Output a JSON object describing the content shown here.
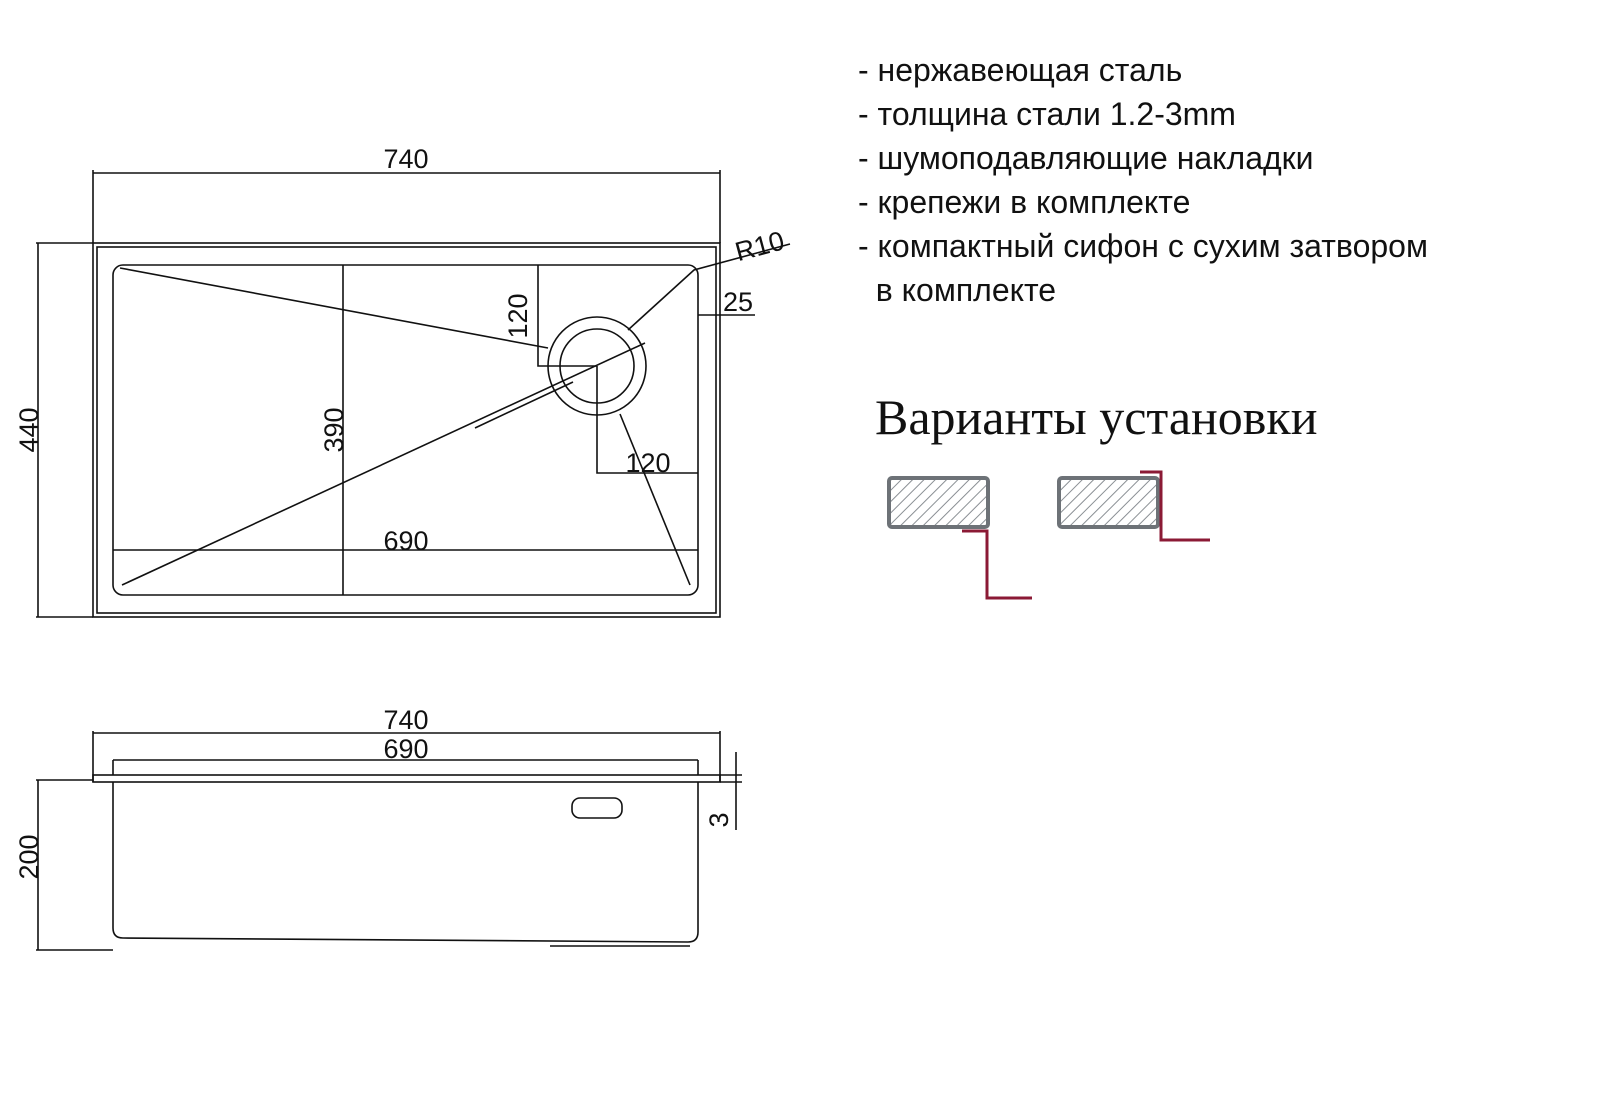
{
  "features": [
    "- нержавеющая сталь",
    "- толщина стали 1.2-3mm",
    "- шумоподавляющие накладки",
    "- крепежи в комплекте",
    "- компактный сифон с сухим затвором",
    "  в комплекте"
  ],
  "install_title": "Варианты установки",
  "top_view": {
    "width": "740",
    "depth": "440",
    "bowl_width": "690",
    "bowl_depth": "390",
    "drain_offset_top": "120",
    "drain_offset_side": "120",
    "rim": "25",
    "radius": "R10"
  },
  "side_view": {
    "width": "740",
    "bowl_width": "690",
    "height": "200",
    "thickness": "3"
  },
  "colors": {
    "line": "#111111",
    "mount": "#8b1a35",
    "counter": "#6d7277"
  }
}
